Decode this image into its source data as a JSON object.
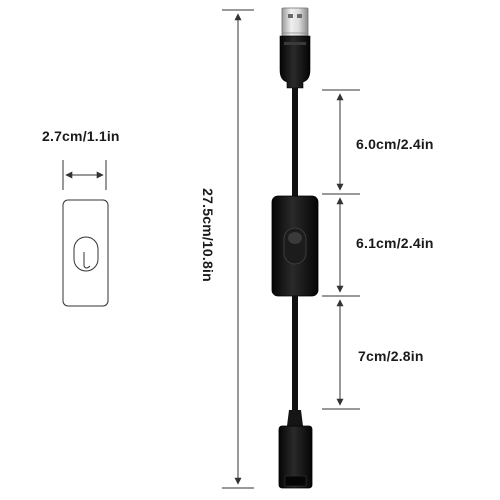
{
  "labels": {
    "total_length": "27.5cm/10.8in",
    "switch_width": "2.7cm/1.1in",
    "segment_usb_to_switch": "6.0cm/2.4in",
    "segment_switch": "6.1cm/2.4in",
    "segment_switch_to_female": "7cm/2.8in"
  },
  "colors": {
    "cable": "#111111",
    "dimension_line": "#333333",
    "background": "#ffffff",
    "usb_metal": "#d8d8d8"
  }
}
